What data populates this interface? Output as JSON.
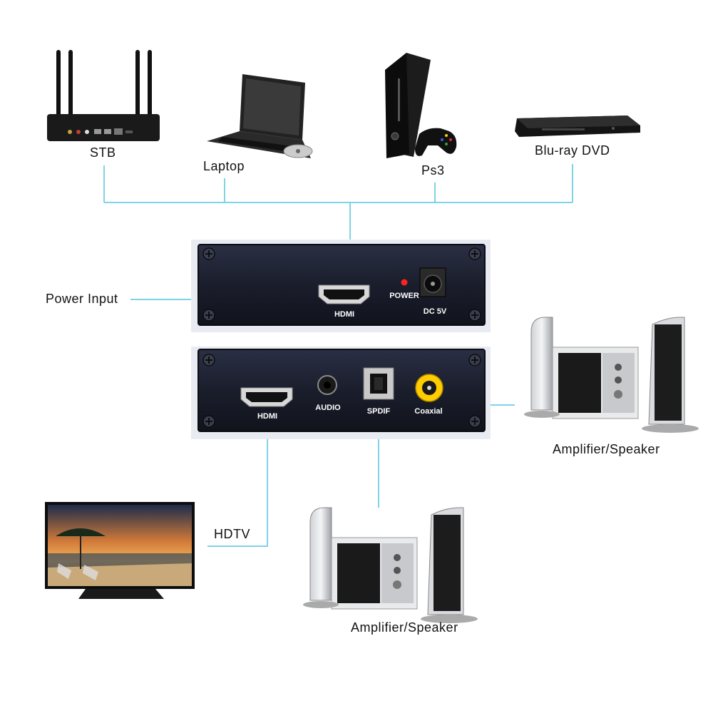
{
  "sources": {
    "stb": "STB",
    "laptop": "Laptop",
    "ps3": "Ps3",
    "bluray": "Blu-ray DVD"
  },
  "labels": {
    "power_input": "Power Input",
    "hdtv": "HDTV",
    "amp_right": "Amplifier/Speaker",
    "amp_bottom": "Amplifier/Speaker"
  },
  "input_panel": {
    "hdmi": "HDMI",
    "power": "POWER",
    "dc": "DC 5V"
  },
  "output_panel": {
    "hdmi": "HDMI",
    "audio": "AUDIO",
    "spdif": "SPDIF",
    "coaxial": "Coaxial"
  },
  "colors": {
    "connector_line": "#7fd3e6",
    "panel": "#1c2030",
    "power_led": "#ff2222",
    "coaxial_ring": "#ffcc00"
  }
}
